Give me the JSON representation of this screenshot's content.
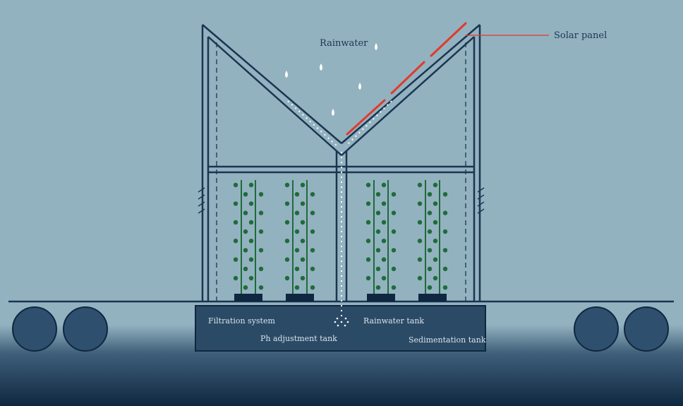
{
  "labels": {
    "rainwater": "Rainwater",
    "solar_panel": "Solar panel",
    "filtration_system": "Filtration system",
    "rainwater_tank": "Rainwater tank",
    "ph_adjustment_tank": "Ph adjustment tank",
    "sedimentation_tank": "Sedimentation tank"
  },
  "colors": {
    "background": "#93b2c0",
    "ground": "#2b4a66",
    "structure": "#1b3550",
    "solar_panel": "#e03a2e",
    "plants": "#1f6b3a",
    "water": "#ffffff",
    "tank_text": "#d8e3ea"
  },
  "plant_columns": 4,
  "wheels": 4
}
